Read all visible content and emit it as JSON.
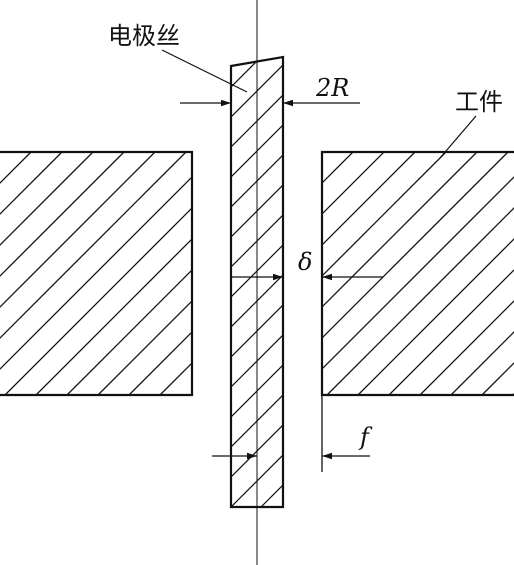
{
  "labels": {
    "electrode_wire": "电极丝",
    "workpiece": "工件",
    "wire_width": "2R",
    "gap": "δ",
    "offset": "f"
  }
}
